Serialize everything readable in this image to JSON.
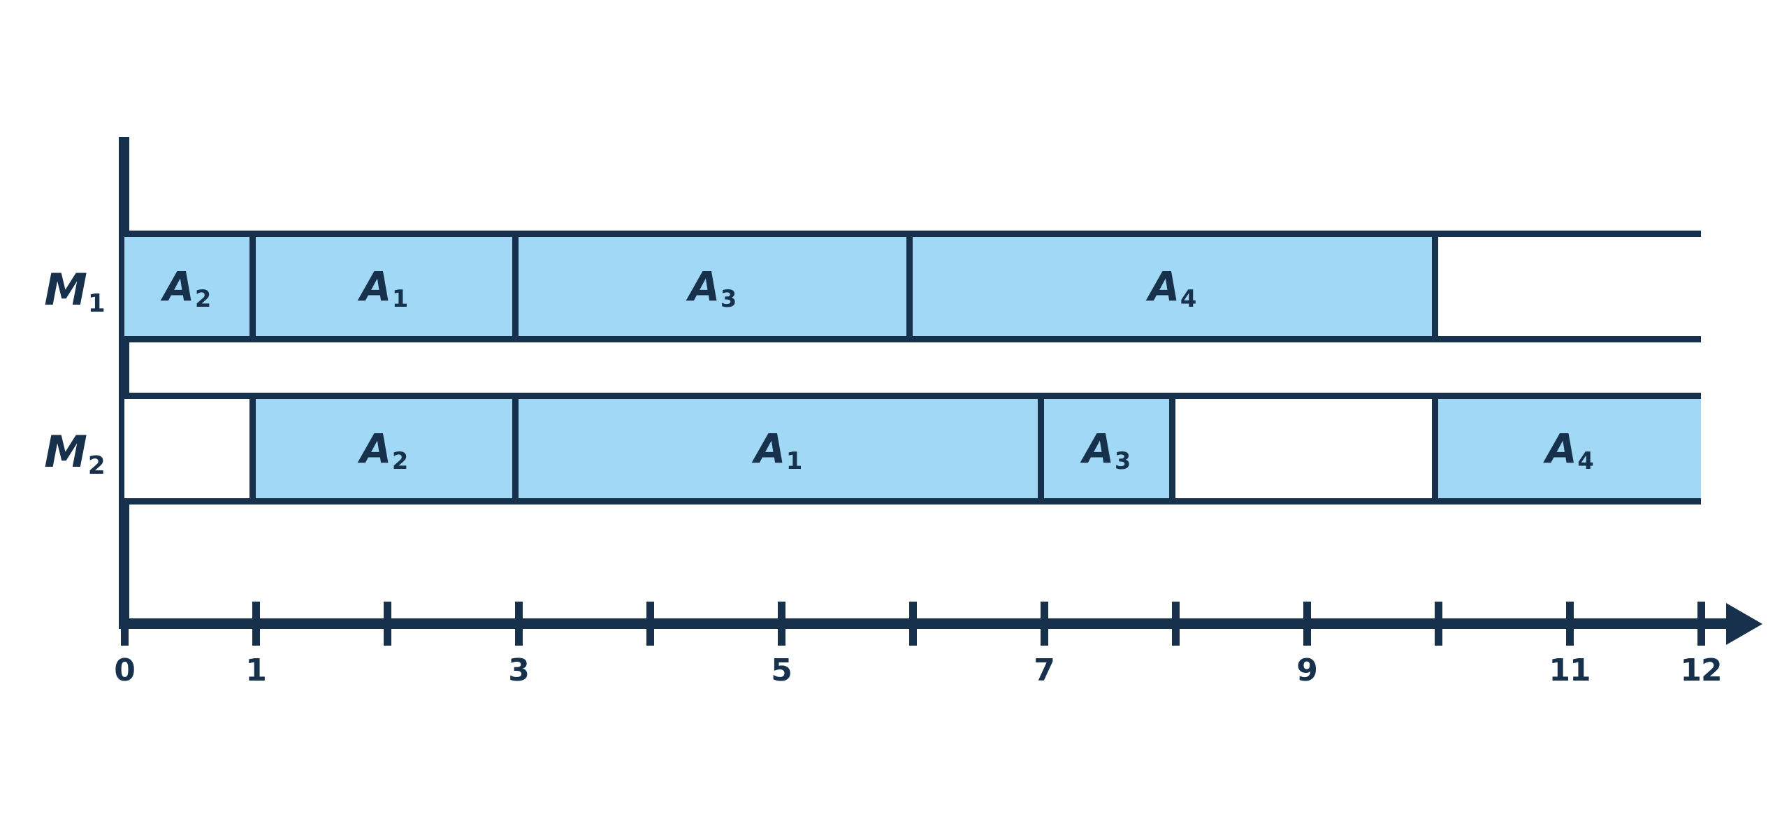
{
  "chart_data": {
    "type": "bar",
    "title": "",
    "subtitle": "",
    "xlabel": "",
    "ylabel": "",
    "orientation": "horizontal",
    "grid": false,
    "legend": null,
    "xlim": [
      0,
      12
    ],
    "x_ticks": [
      0,
      1,
      2,
      3,
      4,
      5,
      6,
      7,
      8,
      9,
      10,
      11,
      12
    ],
    "x_tick_labels": [
      "0",
      "1",
      "",
      "3",
      "",
      "5",
      "",
      "7",
      "",
      "9",
      "",
      "11",
      "12"
    ],
    "axis_arrow": true,
    "rows": [
      {
        "name": "M",
        "subscript": "1",
        "label": "M₁",
        "blocks": [
          {
            "job": "A",
            "subscript": "2",
            "label": "A₂",
            "start": 0,
            "end": 1,
            "duration": 1,
            "busy": true
          },
          {
            "job": "A",
            "subscript": "1",
            "label": "A₁",
            "start": 1,
            "end": 3,
            "duration": 2,
            "busy": true
          },
          {
            "job": "A",
            "subscript": "3",
            "label": "A₃",
            "start": 3,
            "end": 6,
            "duration": 3,
            "busy": true
          },
          {
            "job": "A",
            "subscript": "4",
            "label": "A₄",
            "start": 6,
            "end": 10,
            "duration": 4,
            "busy": true
          },
          {
            "job": "",
            "subscript": "",
            "label": "",
            "start": 10,
            "end": 12,
            "duration": 2,
            "busy": false
          }
        ]
      },
      {
        "name": "M",
        "subscript": "2",
        "label": "M₂",
        "blocks": [
          {
            "job": "",
            "subscript": "",
            "label": "",
            "start": 0,
            "end": 1,
            "duration": 1,
            "busy": false
          },
          {
            "job": "A",
            "subscript": "2",
            "label": "A₂",
            "start": 1,
            "end": 3,
            "duration": 2,
            "busy": true
          },
          {
            "job": "A",
            "subscript": "1",
            "label": "A₁",
            "start": 3,
            "end": 7,
            "duration": 4,
            "busy": true
          },
          {
            "job": "A",
            "subscript": "3",
            "label": "A₃",
            "start": 7,
            "end": 8,
            "duration": 1,
            "busy": true
          },
          {
            "job": "",
            "subscript": "",
            "label": "",
            "start": 8,
            "end": 10,
            "duration": 2,
            "busy": false
          },
          {
            "job": "A",
            "subscript": "4",
            "label": "A₄",
            "start": 10,
            "end": 12,
            "duration": 2,
            "busy": true
          }
        ]
      }
    ],
    "colors": {
      "busy_fill": "#a0d8f5",
      "idle_fill": "#ffffff",
      "stroke": "#17304b",
      "text": "#17304b",
      "background": "#ffffff"
    }
  }
}
